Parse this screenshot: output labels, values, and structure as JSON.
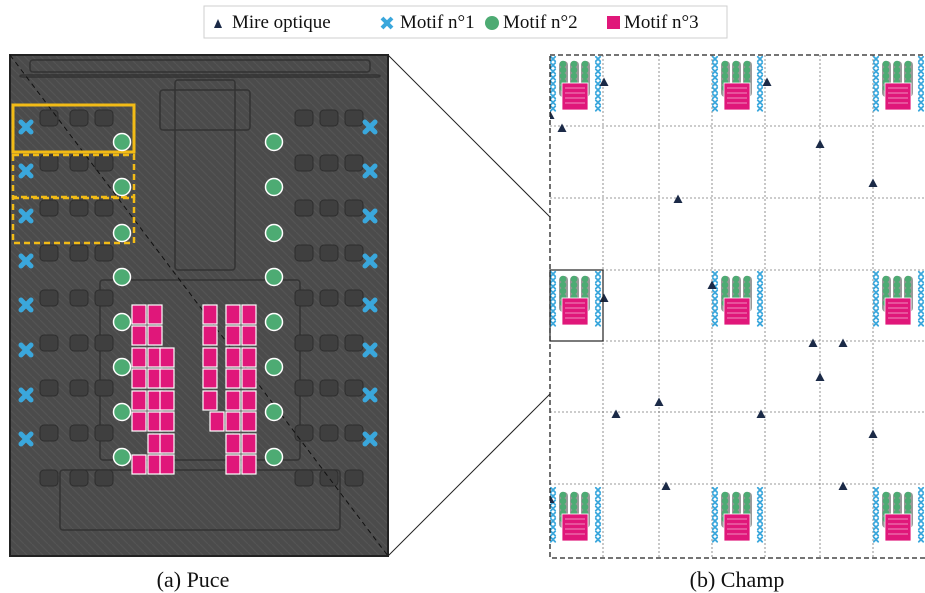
{
  "legend": {
    "items": [
      {
        "label": "Mire optique",
        "marker": "triangle",
        "color": "#1b2a47"
      },
      {
        "label": "Motif n°1",
        "marker": "cross",
        "color": "#3aa7dc"
      },
      {
        "label": "Motif n°2",
        "marker": "circle",
        "color": "#4dab73"
      },
      {
        "label": "Motif n°3",
        "marker": "square",
        "color": "#e0177a"
      }
    ]
  },
  "captions": {
    "left": "(a) Puce",
    "right": "(b) Champ"
  },
  "colors": {
    "chip_bg": "#4a4a4a",
    "highlight": "#f2bb16",
    "triangle": "#1b2a47",
    "cross": "#3aa7dc",
    "circle": "#4dab73",
    "square": "#e0177a"
  }
}
